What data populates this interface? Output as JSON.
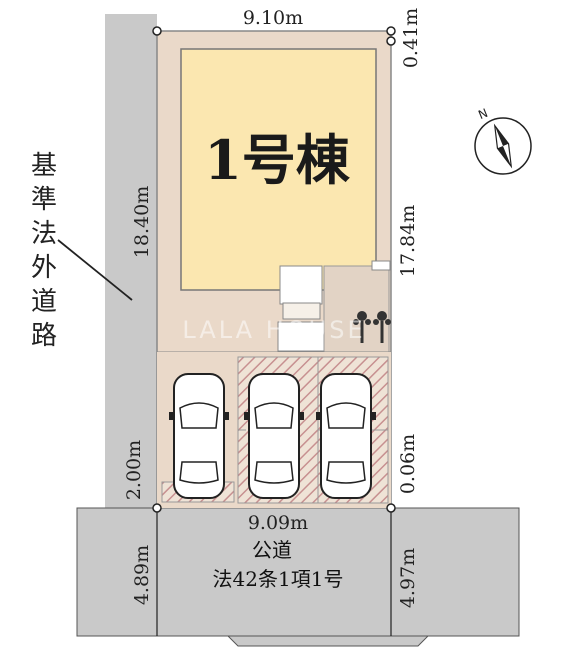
{
  "building": {
    "label": "1号棟"
  },
  "dimensions": {
    "top_width": "9.10m",
    "top_right_offset": "0.41m",
    "left_depth": "18.40m",
    "right_depth": "17.84m",
    "left_setback": "2.00m",
    "right_setback": "0.06m",
    "frontage": "9.09m",
    "road_left_width": "4.89m",
    "road_right_width": "4.97m"
  },
  "side_road": {
    "label_chars": [
      "基",
      "準",
      "法",
      "外",
      "道",
      "路"
    ]
  },
  "public_road": {
    "line1": "公道",
    "line2": "法42条1項1号"
  },
  "parking": {
    "car_count": 3
  },
  "compass": {
    "north_label": "N"
  },
  "watermark": "LALA HOUSE",
  "colors": {
    "building": "#fbe7b0",
    "lot": "#ead9c9",
    "road": "#c9c9c9",
    "hatch": "#c79090"
  }
}
